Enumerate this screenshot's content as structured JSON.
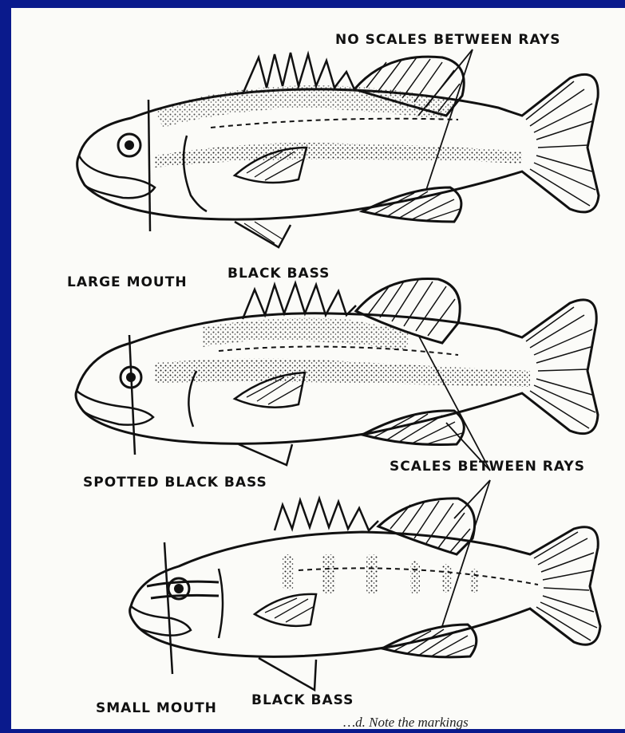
{
  "colors": {
    "frame": "#0a1a8c",
    "paper": "#fbfbf8",
    "ink": "#111111"
  },
  "labels": {
    "no_scales": "NO SCALES BETWEEN RAYS",
    "scales": "SCALES BETWEEN RAYS",
    "largemouth_left": "LARGE MOUTH",
    "largemouth_right": "BLACK BASS",
    "spotted": "SPOTTED BLACK BASS",
    "smallmouth_left": "SMALL MOUTH",
    "smallmouth_right": "BLACK BASS"
  },
  "caption": "…d. Note the markings"
}
